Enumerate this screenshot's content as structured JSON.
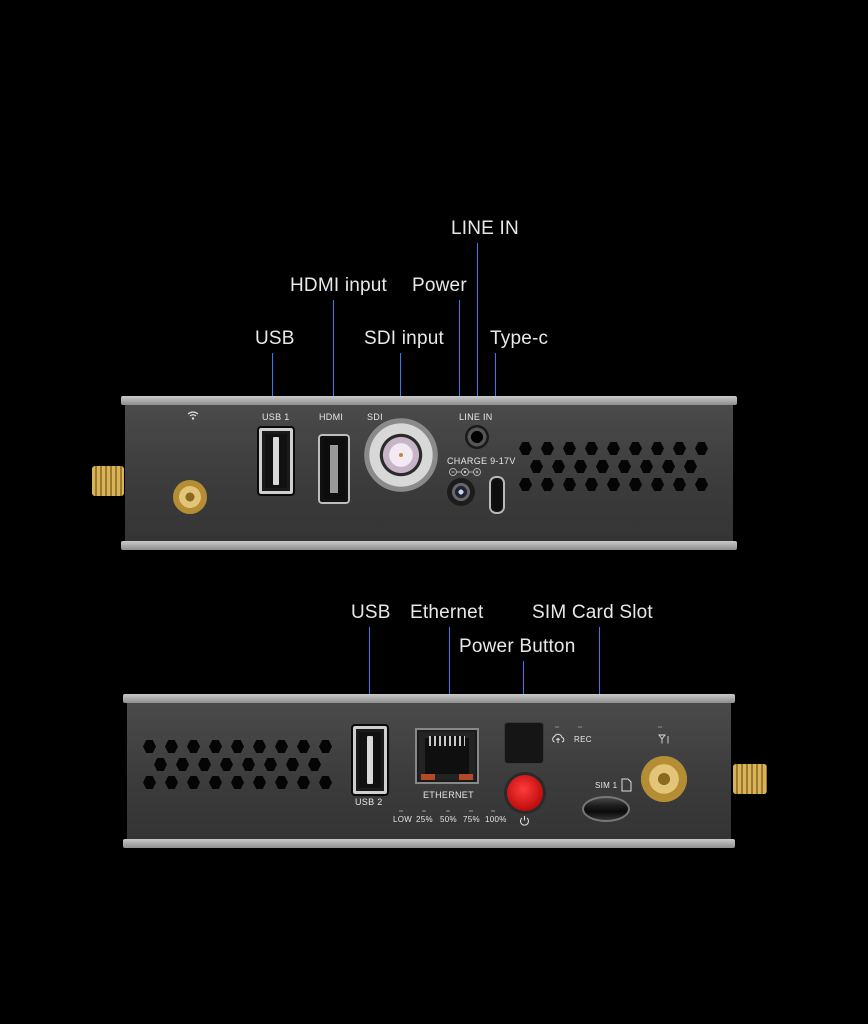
{
  "callouts_top": {
    "line_in": "LINE IN",
    "hdmi_input": "HDMI input",
    "power": "Power",
    "usb": "USB",
    "sdi_input": "SDI input",
    "type_c": "Type-c"
  },
  "callouts_bottom": {
    "usb": "USB",
    "ethernet": "Ethernet",
    "sim_card_slot": "SIM Card Slot",
    "power_button": "Power Button"
  },
  "front_panel": {
    "usb1": "USB 1",
    "hdmi": "HDMI",
    "sdi": "SDI",
    "line_in": "LINE IN",
    "charge": "CHARGE 9-17V"
  },
  "rear_panel": {
    "usb2": "USB 2",
    "ethernet": "ETHERNET",
    "rec": "REC",
    "sim1": "SIM 1",
    "signal_levels": [
      "LOW",
      "25%",
      "50%",
      "75%",
      "100%"
    ]
  },
  "icons": {
    "wifi": "wifi-icon",
    "cloud": "cloud-upload-icon",
    "power": "power-icon",
    "sim": "sim-card-icon",
    "antenna": "antenna-signal-icon"
  },
  "colors": {
    "leader_line": "#2f7df6",
    "power_button": "#d81414",
    "chassis": "#3f3f3f"
  }
}
